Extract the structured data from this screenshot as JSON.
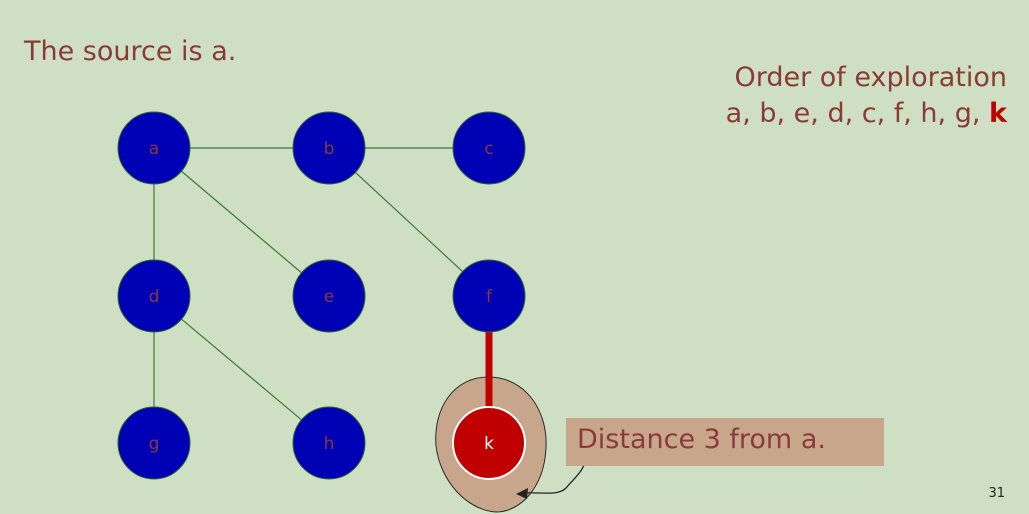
{
  "slide": {
    "title": "The source is a.",
    "order_heading": "Order of exploration",
    "order_sequence": "a, b, e, d, c, f, h, g,",
    "order_highlight": "k",
    "callout": "Distance 3 from a.",
    "page_number": "31"
  },
  "graph": {
    "nodes": [
      {
        "id": "a",
        "label": "a",
        "state": "visited"
      },
      {
        "id": "b",
        "label": "b",
        "state": "visited"
      },
      {
        "id": "c",
        "label": "c",
        "state": "visited"
      },
      {
        "id": "d",
        "label": "d",
        "state": "visited"
      },
      {
        "id": "e",
        "label": "e",
        "state": "visited"
      },
      {
        "id": "f",
        "label": "f",
        "state": "visited"
      },
      {
        "id": "g",
        "label": "g",
        "state": "visited"
      },
      {
        "id": "h",
        "label": "h",
        "state": "visited"
      },
      {
        "id": "k",
        "label": "k",
        "state": "current"
      }
    ],
    "edges": [
      {
        "from": "a",
        "to": "b",
        "highlighted": false
      },
      {
        "from": "b",
        "to": "c",
        "highlighted": false
      },
      {
        "from": "a",
        "to": "d",
        "highlighted": false
      },
      {
        "from": "a",
        "to": "e",
        "highlighted": false
      },
      {
        "from": "b",
        "to": "f",
        "highlighted": false
      },
      {
        "from": "d",
        "to": "g",
        "highlighted": false
      },
      {
        "from": "d",
        "to": "h",
        "highlighted": false
      },
      {
        "from": "f",
        "to": "k",
        "highlighted": true
      }
    ]
  },
  "colors": {
    "background": "#cfdfc3",
    "text": "#8b3a3a",
    "visited_node": "#0000b4",
    "current_node": "#c00000",
    "edge": "#3a7a3a",
    "highlight_edge": "#c00000",
    "blob": "#c8a68c"
  }
}
